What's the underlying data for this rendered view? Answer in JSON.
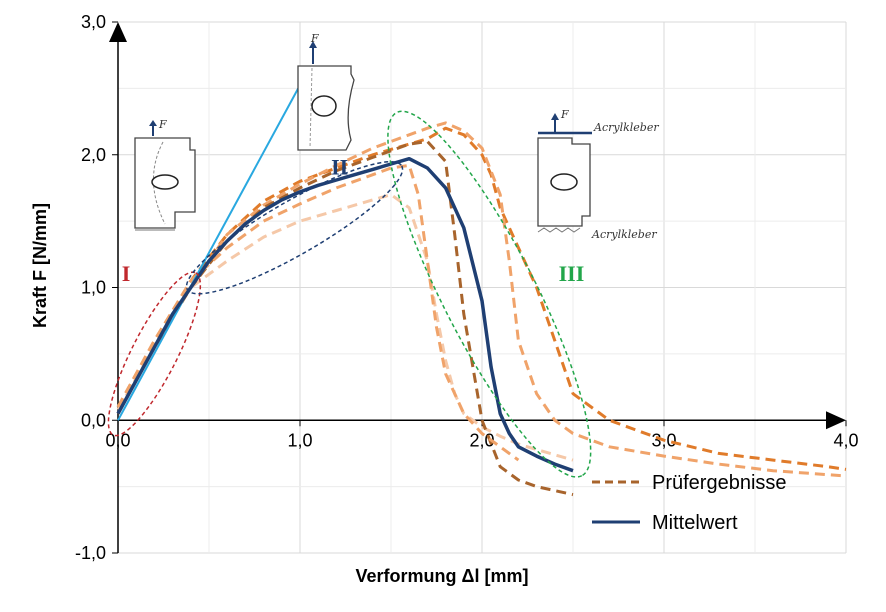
{
  "chart_data": {
    "type": "line",
    "xlabel": "Verformung Δl [mm]",
    "ylabel": "Kraft F [N/mm]",
    "xlim": [
      0,
      4
    ],
    "ylim": [
      -1,
      3
    ],
    "x_ticks": [
      {
        "value": 0,
        "label": "0,0"
      },
      {
        "value": 1,
        "label": "1,0"
      },
      {
        "value": 2,
        "label": "2,0"
      },
      {
        "value": 3,
        "label": "3,0"
      },
      {
        "value": 4,
        "label": "4,0"
      }
    ],
    "y_ticks": [
      {
        "value": -1,
        "label": "-1,0"
      },
      {
        "value": 0,
        "label": "0,0"
      },
      {
        "value": 1,
        "label": "1,0"
      },
      {
        "value": 2,
        "label": "2,0"
      },
      {
        "value": 3,
        "label": "3,0"
      }
    ],
    "grid": true,
    "legend_position": "bottom-right",
    "colors": {
      "mean": "#1f3f73",
      "test_1": "#e07b2a",
      "test_2": "#f0a36a",
      "test_3": "#f5c8a8",
      "test_4": "#a8642c",
      "linear": "#29a8e0",
      "zone_1": "#c0282d",
      "zone_2": "#1f3f73",
      "zone_3": "#22a64a"
    },
    "series": [
      {
        "name": "Mittelwert",
        "style": "solid",
        "color_key": "mean",
        "x": [
          0,
          0.1,
          0.2,
          0.3,
          0.4,
          0.5,
          0.6,
          0.7,
          0.8,
          0.9,
          1.0,
          1.1,
          1.2,
          1.3,
          1.4,
          1.5,
          1.6,
          1.7,
          1.8,
          1.9,
          2.0,
          2.05,
          2.1,
          2.15,
          2.2,
          2.3,
          2.4,
          2.5
        ],
        "y": [
          0.05,
          0.3,
          0.55,
          0.8,
          1.0,
          1.2,
          1.35,
          1.48,
          1.58,
          1.66,
          1.72,
          1.77,
          1.81,
          1.85,
          1.89,
          1.93,
          1.97,
          1.9,
          1.75,
          1.45,
          0.9,
          0.4,
          0.05,
          -0.1,
          -0.2,
          -0.27,
          -0.33,
          -0.38
        ]
      },
      {
        "name": "Prüfergebnisse",
        "style": "dashed",
        "color_key": "test_1",
        "x": [
          0,
          0.2,
          0.4,
          0.6,
          0.8,
          1.0,
          1.2,
          1.4,
          1.6,
          1.7,
          1.8,
          1.9,
          2.0,
          2.05,
          2.1,
          2.2,
          2.3,
          2.4,
          2.5,
          2.7,
          3.0,
          3.3,
          3.6,
          3.9,
          4.0
        ],
        "y": [
          0.1,
          0.6,
          1.05,
          1.4,
          1.65,
          1.8,
          1.9,
          2.0,
          2.08,
          2.12,
          2.2,
          2.15,
          2.0,
          1.85,
          1.6,
          1.3,
          1.0,
          0.6,
          0.2,
          0.0,
          -0.15,
          -0.25,
          -0.3,
          -0.35,
          -0.37
        ]
      },
      {
        "style": "dashed",
        "color_key": "test_2",
        "x": [
          0,
          0.2,
          0.4,
          0.6,
          0.8,
          1.0,
          1.2,
          1.4,
          1.6,
          1.7,
          1.8,
          1.9,
          2.0,
          2.1,
          2.15,
          2.2,
          2.3,
          2.4,
          2.5,
          2.7,
          3.0,
          3.3,
          3.6,
          4.0
        ],
        "y": [
          0.05,
          0.55,
          1.0,
          1.4,
          1.62,
          1.78,
          1.92,
          2.05,
          2.15,
          2.2,
          2.24,
          2.18,
          2.05,
          1.7,
          1.2,
          0.6,
          0.2,
          0.0,
          -0.1,
          -0.2,
          -0.27,
          -0.33,
          -0.38,
          -0.42
        ]
      },
      {
        "style": "dashed",
        "color_key": "test_3",
        "x": [
          0,
          0.2,
          0.4,
          0.6,
          0.8,
          1.0,
          1.2,
          1.4,
          1.5,
          1.6,
          1.7,
          1.75,
          1.8,
          1.85,
          1.9,
          2.0,
          2.1,
          2.2,
          2.3,
          2.4,
          2.5
        ],
        "y": [
          0.08,
          0.55,
          1.0,
          1.2,
          1.38,
          1.5,
          1.58,
          1.66,
          1.7,
          1.6,
          1.2,
          0.8,
          0.45,
          0.2,
          0.05,
          -0.05,
          -0.12,
          -0.18,
          -0.22,
          -0.26,
          -0.3
        ]
      },
      {
        "style": "dashed",
        "color_key": "test_4",
        "x": [
          0,
          0.2,
          0.4,
          0.6,
          0.8,
          1.0,
          1.2,
          1.4,
          1.6,
          1.7,
          1.8,
          1.85,
          1.9,
          2.0,
          2.1,
          2.2,
          2.3,
          2.4,
          2.5
        ],
        "y": [
          0.05,
          0.55,
          1.0,
          1.35,
          1.6,
          1.75,
          1.88,
          1.98,
          2.08,
          2.1,
          1.95,
          1.4,
          0.8,
          0.0,
          -0.35,
          -0.45,
          -0.5,
          -0.53,
          -0.56
        ]
      },
      {
        "style": "dashed",
        "color_key": "test_2",
        "x": [
          0,
          0.2,
          0.4,
          0.6,
          0.8,
          1.0,
          1.2,
          1.4,
          1.5,
          1.6,
          1.65,
          1.7,
          1.75,
          1.8,
          1.9,
          2.0,
          2.1,
          2.2
        ],
        "y": [
          0.1,
          0.6,
          1.05,
          1.3,
          1.5,
          1.63,
          1.75,
          1.85,
          1.9,
          1.92,
          1.7,
          1.2,
          0.7,
          0.35,
          0.05,
          -0.1,
          -0.2,
          -0.3
        ]
      },
      {
        "style": "solid",
        "color_key": "linear",
        "x": [
          0,
          0.99
        ],
        "y": [
          0,
          2.5
        ]
      }
    ],
    "zones": [
      {
        "label": "I",
        "color_key": "zone_1",
        "cx": 0.2,
        "cy": 0.5,
        "rx": 0.5,
        "ry": 0.17,
        "angle": -63
      },
      {
        "label": "II",
        "color_key": "zone_2",
        "cx": 0.97,
        "cy": 1.45,
        "rx": 0.68,
        "ry": 0.2,
        "angle": -30
      },
      {
        "label": "III",
        "color_key": "zone_3",
        "cx": 2.04,
        "cy": 0.95,
        "rx": 1.12,
        "ry": 0.35,
        "angle": 63
      }
    ],
    "annotations": [
      {
        "text": "F",
        "group": "sketch_1"
      },
      {
        "text": "F",
        "group": "sketch_2"
      },
      {
        "text": "F",
        "group": "sketch_3"
      },
      {
        "text": "Acrylkleber",
        "group": "sketch_3_top"
      },
      {
        "text": "Acrylkleber",
        "group": "sketch_3_bottom"
      }
    ],
    "legend": [
      {
        "label": "Prüfergebnisse",
        "style": "dashed",
        "color_key": "test_4"
      },
      {
        "label": "Mittelwert",
        "style": "solid",
        "color_key": "mean"
      }
    ]
  }
}
